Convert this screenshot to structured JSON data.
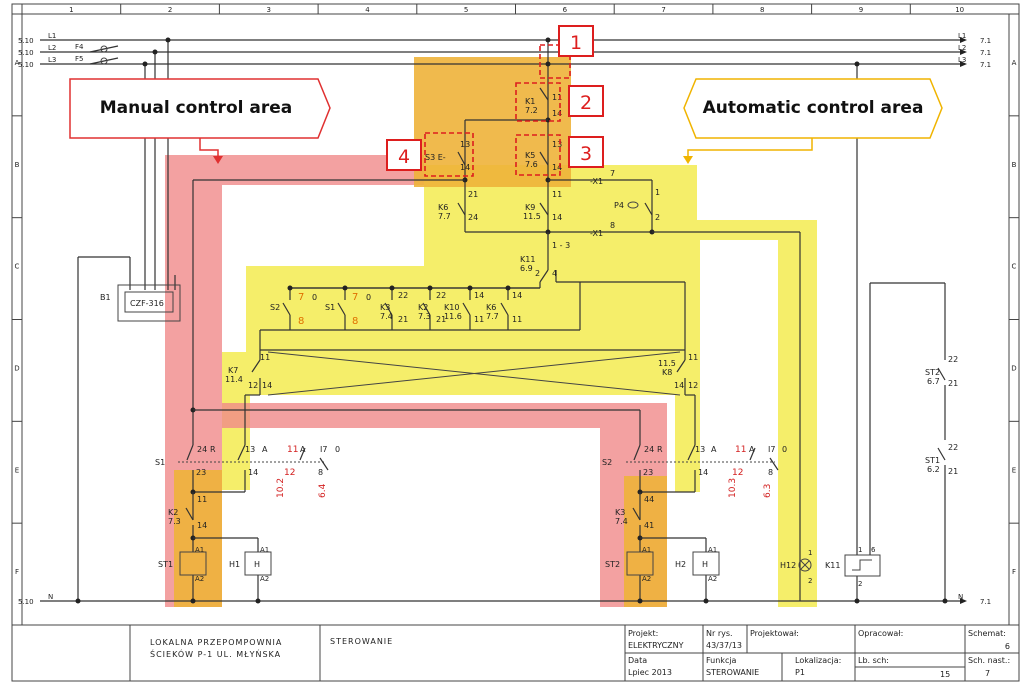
{
  "grid": {
    "columns": [
      "1",
      "2",
      "3",
      "4",
      "5",
      "6",
      "7",
      "8",
      "9",
      "10"
    ],
    "rows": [
      "A",
      "B",
      "C",
      "D",
      "E",
      "F"
    ]
  },
  "supply": {
    "left_refs": [
      "5.10",
      "5.10",
      "5.10"
    ],
    "phases": [
      "L1",
      "L2",
      "L3"
    ],
    "right_refs": [
      "7.1",
      "7.1",
      "7.1"
    ],
    "fuses": [
      "F4",
      "F5"
    ],
    "neutral_left_ref": "5.10",
    "neutral": "N",
    "neutral_right_ref": "7.1"
  },
  "callouts": {
    "manual": "Manual control area",
    "automatic": "Automatic control area",
    "markers": [
      "1",
      "2",
      "3",
      "4"
    ]
  },
  "components": {
    "k1": [
      "K1",
      "7.2"
    ],
    "k5": [
      "K5",
      "7.6"
    ],
    "s3": "S3 E-",
    "k6": [
      "K6",
      "7.7"
    ],
    "k9": [
      "K9",
      "11.5"
    ],
    "x1": [
      "-X1",
      "7",
      "-X1",
      "8"
    ],
    "p4": "P4",
    "k11": [
      "K11",
      "6.9"
    ],
    "b1": "B1",
    "czf": "CZF-316",
    "row_contacts": [
      "K3",
      "7.4",
      "K2",
      "7.3",
      "K10",
      "11.6",
      "K6",
      "7.7"
    ],
    "s2": "S2",
    "s1": "S1",
    "k7": [
      "K7",
      "11.4"
    ],
    "k8": [
      "11.5",
      "K8"
    ],
    "st1": "ST1",
    "h1": "H1",
    "h_letter": "H",
    "st2": "ST2",
    "h2": "H2",
    "h12": "H12",
    "k11b": "K11",
    "k2b": [
      "K2",
      "7.3"
    ],
    "k3b": [
      "K3",
      "7.4"
    ],
    "st2r": [
      "ST2",
      "6.7"
    ],
    "st1r": [
      "ST1",
      "6.2"
    ],
    "switch_letters": [
      "R",
      "A"
    ],
    "cross_refs": [
      "10.2",
      "6.4",
      "10.3",
      "6.3"
    ]
  },
  "terminals": {
    "t11": "11",
    "t14": "14",
    "t13": "13",
    "t12": "12",
    "t21": "21",
    "t22": "22",
    "t23": "23",
    "t24": "24",
    "t41": "41",
    "t44": "44",
    "t1": "1",
    "t2": "2",
    "t3": "3",
    "t4": "4",
    "t6": "6",
    "t7": "7",
    "t8": "8",
    "t0": "0",
    "t13b": "1 - 3",
    "a1": "A1",
    "a2": "A2",
    "i7": "I7"
  },
  "title_block": {
    "project_line1": "LOKALNA PRZEPOMPOWNIA",
    "project_line2": "ŚCIEKÓW P-1 UL. MŁYŃSKA",
    "sheet_title": "STEROWANIE",
    "projekt_label": "Projekt:",
    "projekt_value": "ELEKTRYCZNY",
    "nr_rys_label": "Nr rys.",
    "nr_rys_value": "43/37/13",
    "projektowal_label": "Projektował:",
    "opracowal_label": "Opracował:",
    "schemat_label": "Schemat:",
    "schemat_value": "6",
    "data_label": "Data",
    "data_value": "Lpiec 2013",
    "funkcja_label": "Funkcja",
    "funkcja_value": "STEROWANIE",
    "lokalizacja_label": "Lokalizacja:",
    "lokalizacja_value": "P1",
    "lb_sch_label": "Lb. sch:",
    "lb_sch_value": "15",
    "sch_nast_label": "Sch. nast.:",
    "sch_nast_value": "7"
  },
  "colors": {
    "manual_area": "#f08a8a",
    "automatic_area": "#f2ea45",
    "overlap_area": "#eeb23a",
    "callout_red": "#e03030",
    "callout_yellow": "#f0b400",
    "marker_red": "#dd1e1e"
  }
}
